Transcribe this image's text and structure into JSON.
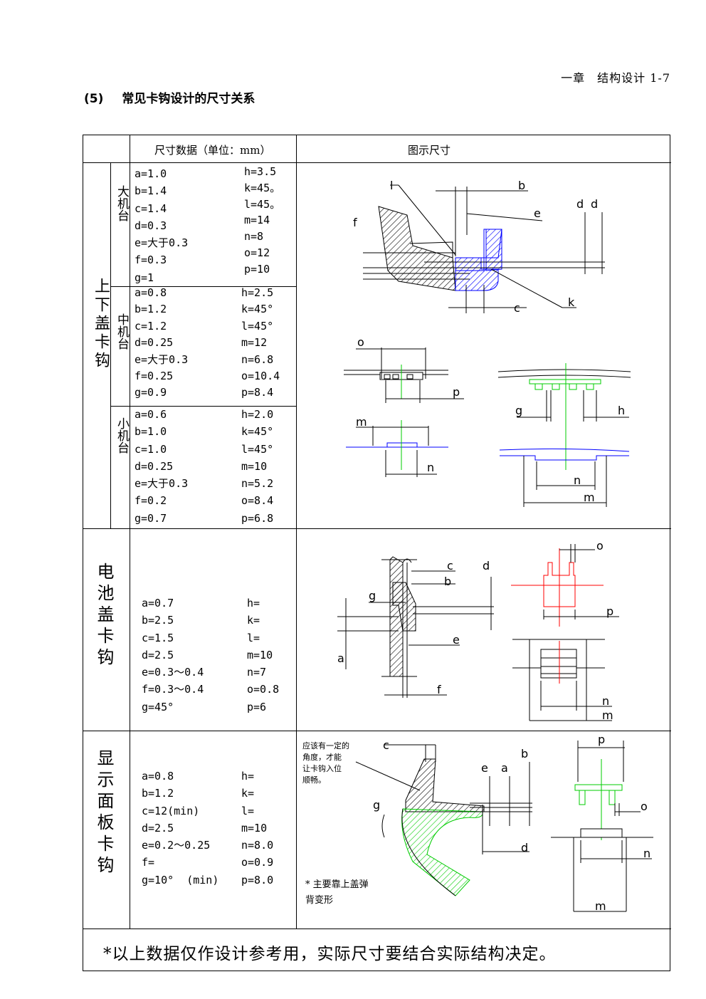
{
  "header": {
    "chapter": "一章　结构设计 1-7"
  },
  "section": {
    "number": "(5)",
    "title": "常见卡钩设计的尺寸关系"
  },
  "table": {
    "col_data": "尺寸数据（单位：mm）",
    "col_figure": "图示尺寸",
    "group1": {
      "title": "上下盖卡钩",
      "large": {
        "label": "大机台",
        "left": [
          "a=1.0",
          "b=1.4",
          "c=1.4",
          "d=0.3",
          "e=大于0.3",
          "f=0.3",
          "g=1"
        ],
        "right": [
          "h=3.5",
          "k=45。",
          "l=45。",
          "m=14",
          "n=8",
          "o=12",
          "p=10"
        ]
      },
      "medium": {
        "label": "中机台",
        "left": [
          "a=0.8",
          "b=1.2",
          "c=1.2",
          "d=0.25",
          "e=大于0.3",
          "f=0.25",
          "g=0.9"
        ],
        "right": [
          "h=2.5",
          "k=45°",
          "l=45°",
          "m=12",
          "n=6.8",
          "o=10.4",
          "p=8.4"
        ]
      },
      "small": {
        "label": "小机台",
        "left": [
          "a=0.6",
          "b=1.0",
          "c=1.0",
          "d=0.25",
          "e=大于0.3",
          "f=0.2",
          "g=0.7"
        ],
        "right": [
          "h=2.0",
          "k=45°",
          "l=45°",
          "m=10",
          "n=5.2",
          "o=8.4",
          "p=6.8"
        ]
      }
    },
    "group2": {
      "title": "电池盖卡钩",
      "left": [
        "a=0.7",
        "b=2.5",
        "c=1.5",
        "d=2.5",
        "e=0.3～0.4",
        "f=0.3～0.4",
        "g=45°"
      ],
      "right": [
        "h=",
        "k=",
        "l=",
        "m=10",
        "n=7",
        "o=0.8",
        "p=6"
      ]
    },
    "group3": {
      "title": "显示面板卡钩",
      "left": [
        "a=0.8",
        "b=1.2",
        "c=12(min)",
        "d=2.5",
        "e=0.2～0.25",
        "f=",
        "g=10°  (min)"
      ],
      "right": [
        "h=",
        "k=",
        "l=",
        "m=10",
        "n=8.0",
        "o=0.9",
        "p=8.0"
      ],
      "note1": "应该有一定的\n角度，才能\n让卡钩入位\n顺畅。",
      "note2": "* 主要靠上盖弹\n背变形"
    },
    "footer": "*以上数据仅作设计参考用，实际尺寸要结合实际结构决定。"
  },
  "diagram_labels": {
    "g1": [
      "l",
      "b",
      "e",
      "d",
      "d",
      "f",
      "c",
      "k",
      "o",
      "p",
      "g",
      "h",
      "m",
      "n",
      "n",
      "m"
    ],
    "g2": [
      "c",
      "b",
      "d",
      "g",
      "e",
      "a",
      "f",
      "o",
      "p",
      "n",
      "m"
    ],
    "g3": [
      "c",
      "e",
      "a",
      "b",
      "g",
      "d",
      "p",
      "o",
      "n",
      "m"
    ]
  },
  "colors": {
    "hatch_blue": "#0000ff",
    "green": "#00cc00",
    "red": "#ff0000"
  }
}
